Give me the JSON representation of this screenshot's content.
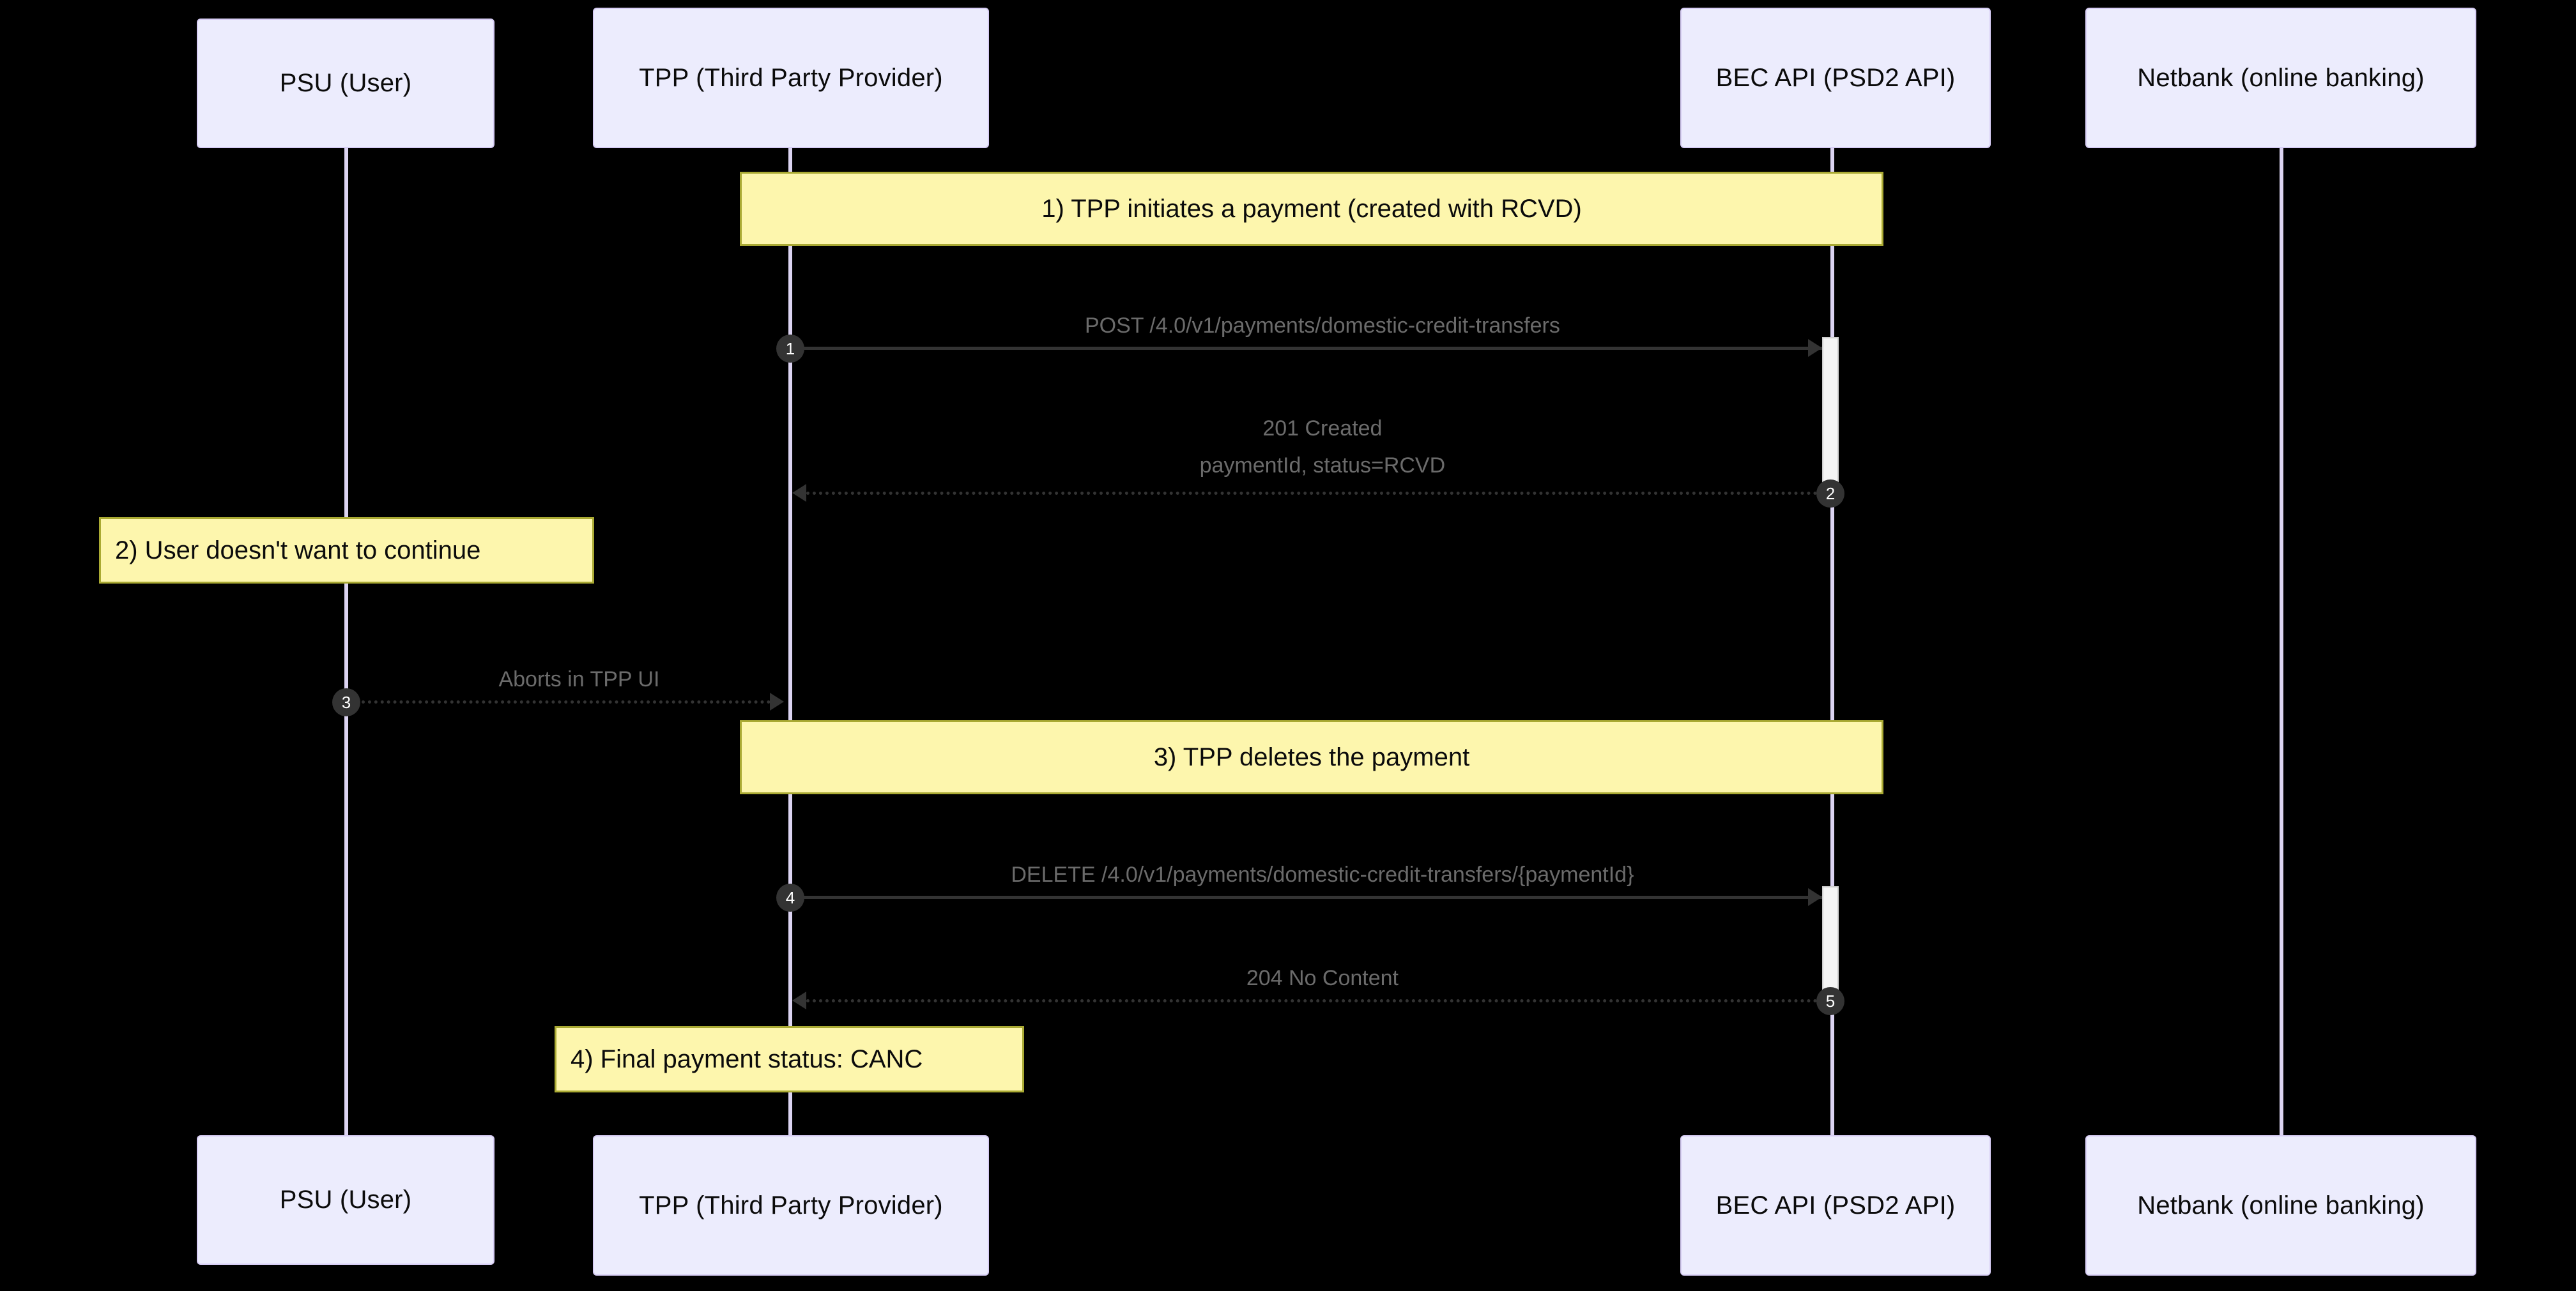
{
  "diagram": {
    "type": "sequence-diagram",
    "title": "BEC PSD2 payment cancellation (TPP deletes payment) sequence",
    "background_color": "#000000",
    "participant_fill": "#ececfd",
    "participant_border": "#d7cdf5",
    "note_fill": "#fdf6ad",
    "note_border": "#aaaa33",
    "line_color": "#333333",
    "message_text_color": "#6b6b6b",
    "lifeline_color": "#dcd4f2"
  },
  "participants": [
    {
      "id": "psu",
      "label": "PSU (User)"
    },
    {
      "id": "tpp",
      "label": "TPP (Third Party Provider)"
    },
    {
      "id": "becapi",
      "label": "BEC API (PSD2 API)"
    },
    {
      "id": "netbank",
      "label": "Netbank (online banking)"
    }
  ],
  "participants_bottom": [
    {
      "id": "psu",
      "label": "PSU (User)"
    },
    {
      "id": "tpp",
      "label": "TPP (Third Party Provider)"
    },
    {
      "id": "becapi",
      "label": "BEC API (PSD2 API)"
    },
    {
      "id": "netbank",
      "label": "Netbank (online banking)"
    }
  ],
  "notes": [
    {
      "id": "note1",
      "text": "1) TPP initiates a payment (created with RCVD)",
      "span": "tpp-to-becapi",
      "align": "center"
    },
    {
      "id": "note2",
      "text": "2) User doesn't want to continue",
      "span": "psu",
      "align": "left"
    },
    {
      "id": "note3",
      "text": "3) TPP deletes the payment",
      "span": "tpp-to-becapi",
      "align": "center"
    },
    {
      "id": "note4",
      "text": "4) Final payment status: CANC",
      "span": "tpp",
      "align": "left"
    }
  ],
  "messages": [
    {
      "seq": "1",
      "from": "tpp",
      "to": "becapi",
      "direction": "right",
      "style": "solid",
      "text": "POST /4.0/v1/payments/domestic-credit-transfers"
    },
    {
      "seq": "2",
      "from": "becapi",
      "to": "tpp",
      "direction": "left",
      "style": "dashed",
      "text_line1": "201 Created",
      "text_line2": "paymentId, status=RCVD"
    },
    {
      "seq": "3",
      "from": "psu",
      "to": "tpp",
      "direction": "right",
      "style": "dashed",
      "text": "Aborts in TPP UI"
    },
    {
      "seq": "4",
      "from": "tpp",
      "to": "becapi",
      "direction": "right",
      "style": "solid",
      "text": "DELETE /4.0/v1/payments/domestic-credit-transfers/{paymentId}"
    },
    {
      "seq": "5",
      "from": "becapi",
      "to": "tpp",
      "direction": "left",
      "style": "dashed",
      "text": "204 No Content"
    }
  ]
}
